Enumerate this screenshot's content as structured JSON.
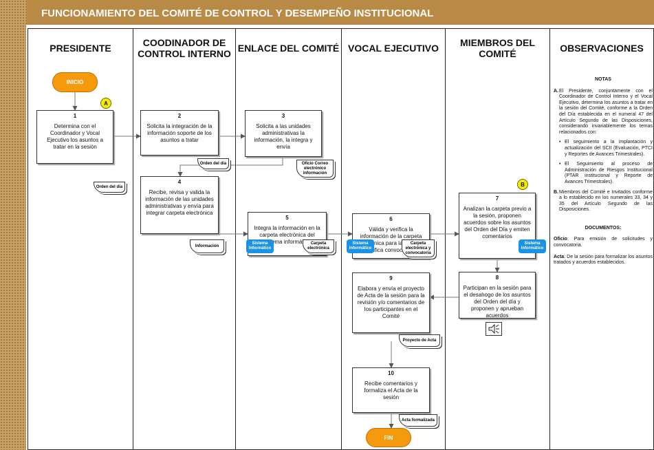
{
  "title": "FUNCIONAMIENTO DEL COMITÉ DE CONTROL Y DESEMPEÑO INSTITUCIONAL",
  "lanes": [
    "PRESIDENTE",
    "COODINADOR DE CONTROL INTERNO",
    "ENLACE DEL COMITÉ",
    "VOCAL EJECUTIVO",
    "MIEMBROS DEL COMITÉ",
    "OBSERVACIONES"
  ],
  "terminals": {
    "start": "INICIO",
    "end": "FIN"
  },
  "connectors": {
    "a": "A",
    "b": "B"
  },
  "steps": [
    {
      "num": "1",
      "text": "Determina con el Coordinador y Vocal Ejecutivo los asuntos a tratar en la sesión"
    },
    {
      "num": "2",
      "text": "Solicita la integración de la información soporte de los asuntos a tratar"
    },
    {
      "num": "3",
      "text": "Solicita a las unidades administrativas la información, la integra y envía"
    },
    {
      "num": "4",
      "text": "Recibe, revisa y valida la información de las unidades administrativas y envía para integrar carpeta electrónica"
    },
    {
      "num": "5",
      "text": "Integra la información en la carpeta electrónica del sistema informático"
    },
    {
      "num": "6",
      "text": "Válida y verifica la información de la carpeta electrónica para la sesión y notifica convocatoria"
    },
    {
      "num": "7",
      "text": "Analizan la carpeta previo a la sesión, proponen acuerdos sobre los asuntos del Orden del Día y emiten comentarios"
    },
    {
      "num": "8",
      "text": "Participan en la sesión para el desahogo de los asuntos del Orden del día y proponen y aprueban acuerdos"
    },
    {
      "num": "9",
      "text": "Elabora y envía el proyecto de Acta de la sesión para la revisión y/o comentarios de los participantes en el Comité"
    },
    {
      "num": "10",
      "text": "Recibe comentarios y formaliza el Acta de la sesión"
    }
  ],
  "documents": {
    "d1": "Orden del día",
    "d2": "Orden del día",
    "d3": "Oficio Correo electrónico Información",
    "d4": "Información",
    "d5": "Carpeta electrónica",
    "d6": "Carpeta electrónica y convocatoria",
    "d9": "Proyecto de Acta",
    "d10": "Acta formalizada"
  },
  "systems": {
    "s5": "Sistema Informático",
    "s6": "Sistema Informático",
    "s7": "Sistema Informático"
  },
  "notes": {
    "heading": "NOTAS",
    "a_letter": "A.",
    "a_text": "El Presidente, conjuntamente con el Coordinador de Control Interno y el Vocal Ejecutivo, determina los asuntos a tratar en la sesión del Comité, conforme a la Orden del Día establecida en el numeral 47 del Artículo Segundo de las Disposiciones, considerando invariablemente los temas relacionados con:",
    "bullet1": "El seguimiento a la implantación y actualización del SCII (Evaluación, PTCI y Reportes de Avances Trimestrales).",
    "bullet2": "El Seguimiento al proceso de Administración de Riesgos Institucional (PTAR institucional y Reporte de Avances Trimestrales).",
    "b_letter": "B.",
    "b_text": "Miembros del Comité e Invitados conforme a lo establecido en los numerales 33, 34 y 35 del Artículo Segundo de las Disposiciones.",
    "docs_heading": "DOCUMENTOS:",
    "oficio_term": "Oficio",
    "oficio_text": ": Para emisión de solicitudes y convocatoria.",
    "acta_term": "Acta",
    "acta_text": ": De la sesión para formalizar los asuntos tratados y acuerdos establecidos."
  },
  "colors": {
    "title_bar": "#b98a45",
    "terminal": "#f59a0c",
    "connector": "#f6ea00",
    "system": "#1a92e6"
  },
  "icons": {
    "speaker": "speaker-icon"
  }
}
